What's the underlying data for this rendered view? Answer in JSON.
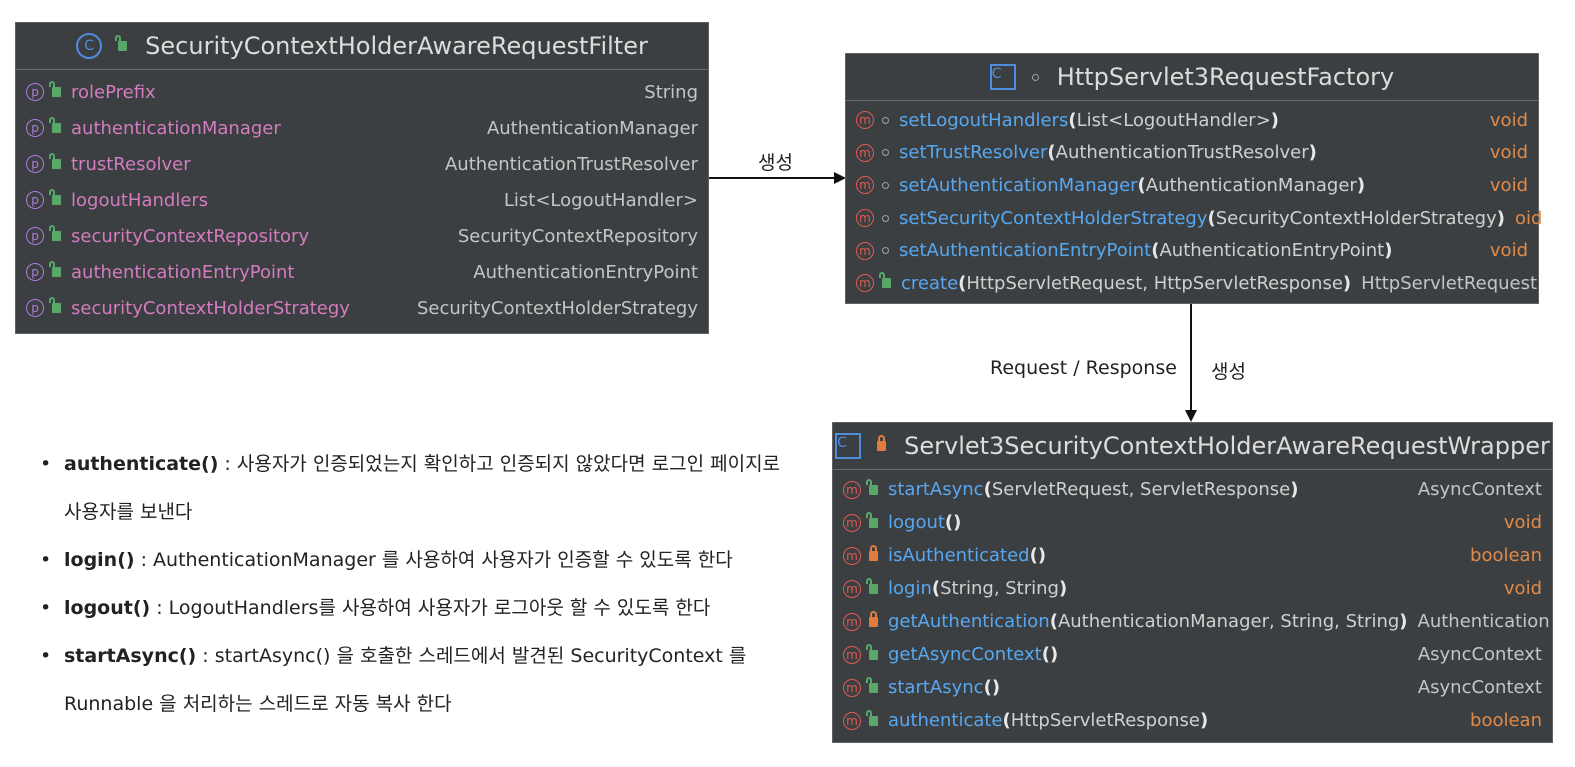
{
  "connectors": {
    "create_label_1": "생성",
    "request_response_label": "Request / Response",
    "create_label_2": "생성"
  },
  "filter_class": {
    "title": "SecurityContextHolderAwareRequestFilter",
    "fields": [
      {
        "name": "rolePrefix",
        "type": "String"
      },
      {
        "name": "authenticationManager",
        "type": "AuthenticationManager"
      },
      {
        "name": "trustResolver",
        "type": "AuthenticationTrustResolver"
      },
      {
        "name": "logoutHandlers",
        "type": "List<LogoutHandler>"
      },
      {
        "name": "securityContextRepository",
        "type": "SecurityContextRepository"
      },
      {
        "name": "authenticationEntryPoint",
        "type": "AuthenticationEntryPoint"
      },
      {
        "name": "securityContextHolderStrategy",
        "type": "SecurityContextHolderStrategy"
      }
    ]
  },
  "factory_class": {
    "title": "HttpServlet3RequestFactory",
    "methods": [
      {
        "name": "setLogoutHandlers",
        "params": "List<LogoutHandler>",
        "ret": "void"
      },
      {
        "name": "setTrustResolver",
        "params": "AuthenticationTrustResolver",
        "ret": "void"
      },
      {
        "name": "setAuthenticationManager",
        "params": "AuthenticationManager",
        "ret": "void"
      },
      {
        "name": "setSecurityContextHolderStrategy",
        "params": "SecurityContextHolderStrategy",
        "ret": "oid"
      },
      {
        "name": "setAuthenticationEntryPoint",
        "params": "AuthenticationEntryPoint",
        "ret": "void"
      },
      {
        "name": "create",
        "params": "HttpServletRequest, HttpServletResponse",
        "ret": "HttpServletRequest"
      }
    ]
  },
  "wrapper_class": {
    "title": "Servlet3SecurityContextHolderAwareRequestWrapper",
    "methods": [
      {
        "name": "startAsync",
        "params": "ServletRequest, ServletResponse",
        "ret": "AsyncContext"
      },
      {
        "name": "logout",
        "params": "",
        "ret": "void"
      },
      {
        "name": "isAuthenticated",
        "params": "",
        "ret": "boolean"
      },
      {
        "name": "login",
        "params": "String, String",
        "ret": "void"
      },
      {
        "name": "getAuthentication",
        "params": "AuthenticationManager, String, String",
        "ret": "Authentication"
      },
      {
        "name": "getAsyncContext",
        "params": "",
        "ret": "AsyncContext"
      },
      {
        "name": "startAsync",
        "params": "",
        "ret": "AsyncContext"
      },
      {
        "name": "authenticate",
        "params": "HttpServletResponse",
        "ret": "boolean"
      }
    ]
  },
  "notes": [
    {
      "term": "authenticate()",
      "text": " : 사용자가 인증되었는지 확인하고 인증되지 않았다면 로그인 페이지로",
      "continuation": "사용자를 보낸다"
    },
    {
      "term": "login()",
      "text": " : AuthenticationManager 를 사용하여 사용자가 인증할 수 있도록 한다",
      "continuation": ""
    },
    {
      "term": "logout()",
      "text": " : LogoutHandlers를 사용하여 사용자가 로그아웃 할 수 있도록 한다",
      "continuation": ""
    },
    {
      "term": "startAsync()",
      "text": " : startAsync() 을 호출한 스레드에서 발견된 SecurityContext 를",
      "continuation": "Runnable 을 처리하는 스레드로 자동 복사 한다"
    }
  ]
}
